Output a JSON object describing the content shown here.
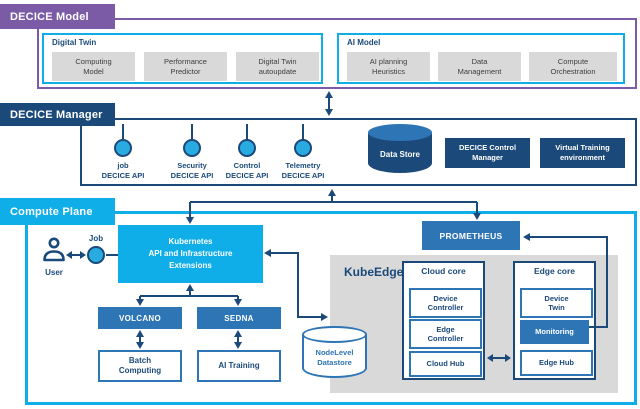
{
  "colors": {
    "purple": "#7B5AA6",
    "navy": "#1B4A7A",
    "cyan": "#0FAEE9",
    "circle_cyan": "#29ABE2",
    "blue": "#2E75B6",
    "gray": "#D9D9D9"
  },
  "model": {
    "label": "DECICE Model",
    "digital_twin": {
      "title": "Digital Twin",
      "items": [
        "Computing\nModel",
        "Performance\nPredictor",
        "Digital Twin\nautoupdate"
      ]
    },
    "ai_model": {
      "title": "AI Model",
      "items": [
        "AI planning\nHeuristics",
        "Data\nManagement",
        "Compute\nOrchestration"
      ]
    }
  },
  "manager": {
    "label": "DECICE Manager",
    "apis": [
      "job\nDECICE API",
      "Security\nDECICE API",
      "Control\nDECICE API",
      "Telemetry\nDECICE API"
    ],
    "data_store": "Data Store",
    "control_manager": "DECICE Control\nManager",
    "virtual_training": "Virtual Training\nenvironment"
  },
  "compute": {
    "label": "Compute Plane",
    "user": "User",
    "job": "Job",
    "kubernetes": "Kubernetes\nAPI and Infrastructure\nExtensions",
    "volcano": "VOLCANO",
    "sedna": "SEDNA",
    "batch_computing": "Batch\nComputing",
    "ai_training": "AI Training",
    "prometheus": "PROMETHEUS",
    "node_datastore": "NodeLevel\nDatastore",
    "kubeedge": {
      "label": "KubeEdge",
      "cloud_core": {
        "title": "Cloud core",
        "items": [
          "Device\nController",
          "Edge\nController",
          "Cloud Hub"
        ]
      },
      "edge_core": {
        "title": "Edge core",
        "items": [
          "Device\nTwin",
          "Monitoring",
          "Edge Hub"
        ]
      }
    }
  }
}
